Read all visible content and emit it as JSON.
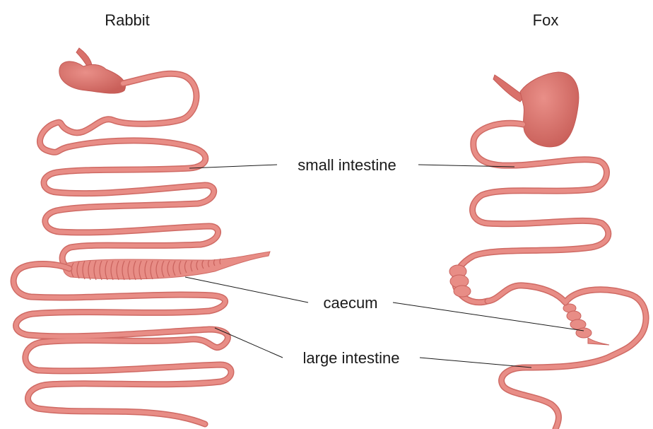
{
  "diagram": {
    "left_title": "Rabbit",
    "right_title": "Fox",
    "labels": {
      "small_intestine": "small intestine",
      "caecum": "caecum",
      "large_intestine": "large intestine"
    }
  },
  "colors": {
    "gut_fill": "#e88d86",
    "gut_edge": "#cf6a64",
    "stomach": "#d9716b",
    "stomach_dark": "#c45a55",
    "leader_line": "#1a1a1a"
  }
}
